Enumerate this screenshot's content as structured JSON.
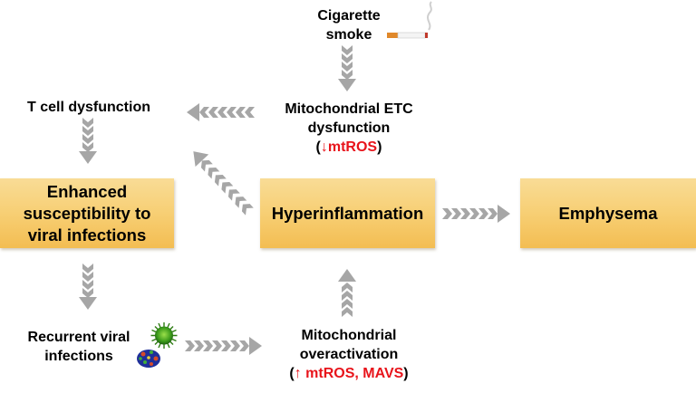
{
  "nodes": {
    "cigarette_smoke": {
      "line1": "Cigarette",
      "line2": "smoke"
    },
    "t_cell": {
      "label": "T cell dysfunction"
    },
    "mito_etc": {
      "line1": "Mitochondrial ETC",
      "line2": "dysfunction",
      "open": "(",
      "marker": "↓mtROS",
      "close": ")"
    },
    "enhanced": {
      "line1": "Enhanced",
      "line2": "susceptibility to",
      "line3": "viral infections"
    },
    "hyperinflammation": {
      "label": "Hyperinflammation"
    },
    "emphysema": {
      "label": "Emphysema"
    },
    "recurrent": {
      "line1": "Recurrent viral",
      "line2": "infections"
    },
    "mito_over": {
      "line1": "Mitochondrial",
      "line2": "overactivation",
      "open": "(",
      "marker": "↑ mtROS, MAVS",
      "close": ")"
    }
  },
  "colors": {
    "box": "#f7cf74",
    "arrow": "#a6a6a6",
    "marker": "#e8141b"
  },
  "icons": [
    "cigarette-icon",
    "green-virus-icon",
    "blue-virus-icon",
    "chevron-arrow-icon"
  ]
}
